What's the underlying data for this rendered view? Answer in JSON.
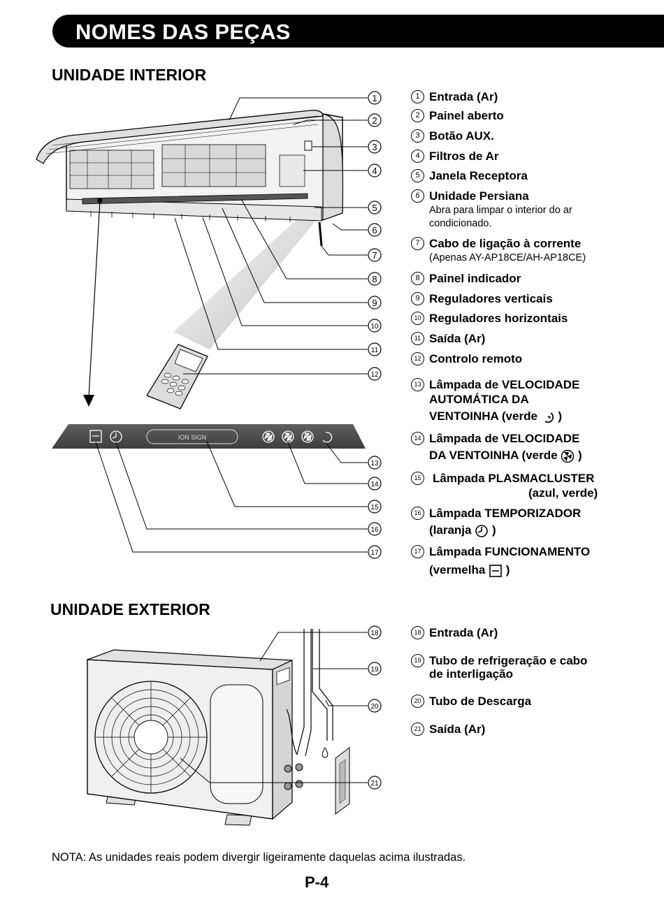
{
  "header": {
    "title": "NOMES DAS PEÇAS"
  },
  "indoor": {
    "title": "UNIDADE INTERIOR",
    "panel_text": "ION SIGN",
    "parts": [
      {
        "num": "1",
        "label": "Entrada (Ar)"
      },
      {
        "num": "2",
        "label": "Painel aberto"
      },
      {
        "num": "3",
        "label": "Botão AUX."
      },
      {
        "num": "4",
        "label": "Filtros de Ar"
      },
      {
        "num": "5",
        "label": "Janela Receptora"
      },
      {
        "num": "6",
        "label": "Unidade Persiana",
        "sub1": "Abra para limpar o interior do ar",
        "sub2": "condicionado."
      },
      {
        "num": "7",
        "label": "Cabo de ligação à corrente",
        "sub1": "(Apenas AY-AP18CE/AH-AP18CE)"
      },
      {
        "num": "8",
        "label": "Painel indicador"
      },
      {
        "num": "9",
        "label": "Reguladores verticais"
      },
      {
        "num": "10",
        "label": "Reguladores horizontais"
      },
      {
        "num": "11",
        "label": "Saída (Ar)"
      },
      {
        "num": "12",
        "label": "Controlo remoto"
      },
      {
        "num": "13",
        "line1": "Lâmpada de VELOCIDADE",
        "line2": "AUTOMÁTICA DA",
        "line3": "VENTOINHA (verde",
        "close": ")"
      },
      {
        "num": "14",
        "line1": "Lâmpada de VELOCIDADE",
        "line2": "DA VENTOINHA (verde",
        "close": ")"
      },
      {
        "num": "15",
        "line1": "Lâmpada PLASMACLUSTER",
        "line2": "(azul, verde)"
      },
      {
        "num": "16",
        "line1": "Lâmpada TEMPORIZADOR",
        "line2": "(laranja",
        "close": ")"
      },
      {
        "num": "17",
        "line1": "Lâmpada FUNCIONAMENTO",
        "line2": "(vermelha",
        "close": ")"
      }
    ]
  },
  "outdoor": {
    "title": "UNIDADE EXTERIOR",
    "parts": [
      {
        "num": "18",
        "label": "Entrada (Ar)"
      },
      {
        "num": "19",
        "line1": "Tubo de refrigeração e cabo",
        "line2": "de interligação"
      },
      {
        "num": "20",
        "label": "Tubo de Descarga"
      },
      {
        "num": "21",
        "label": "Saída (Ar)"
      }
    ]
  },
  "note": "NOTA: As unidades reais podem divergir ligeiramente daquelas acima ilustradas.",
  "page_number": "P-4"
}
